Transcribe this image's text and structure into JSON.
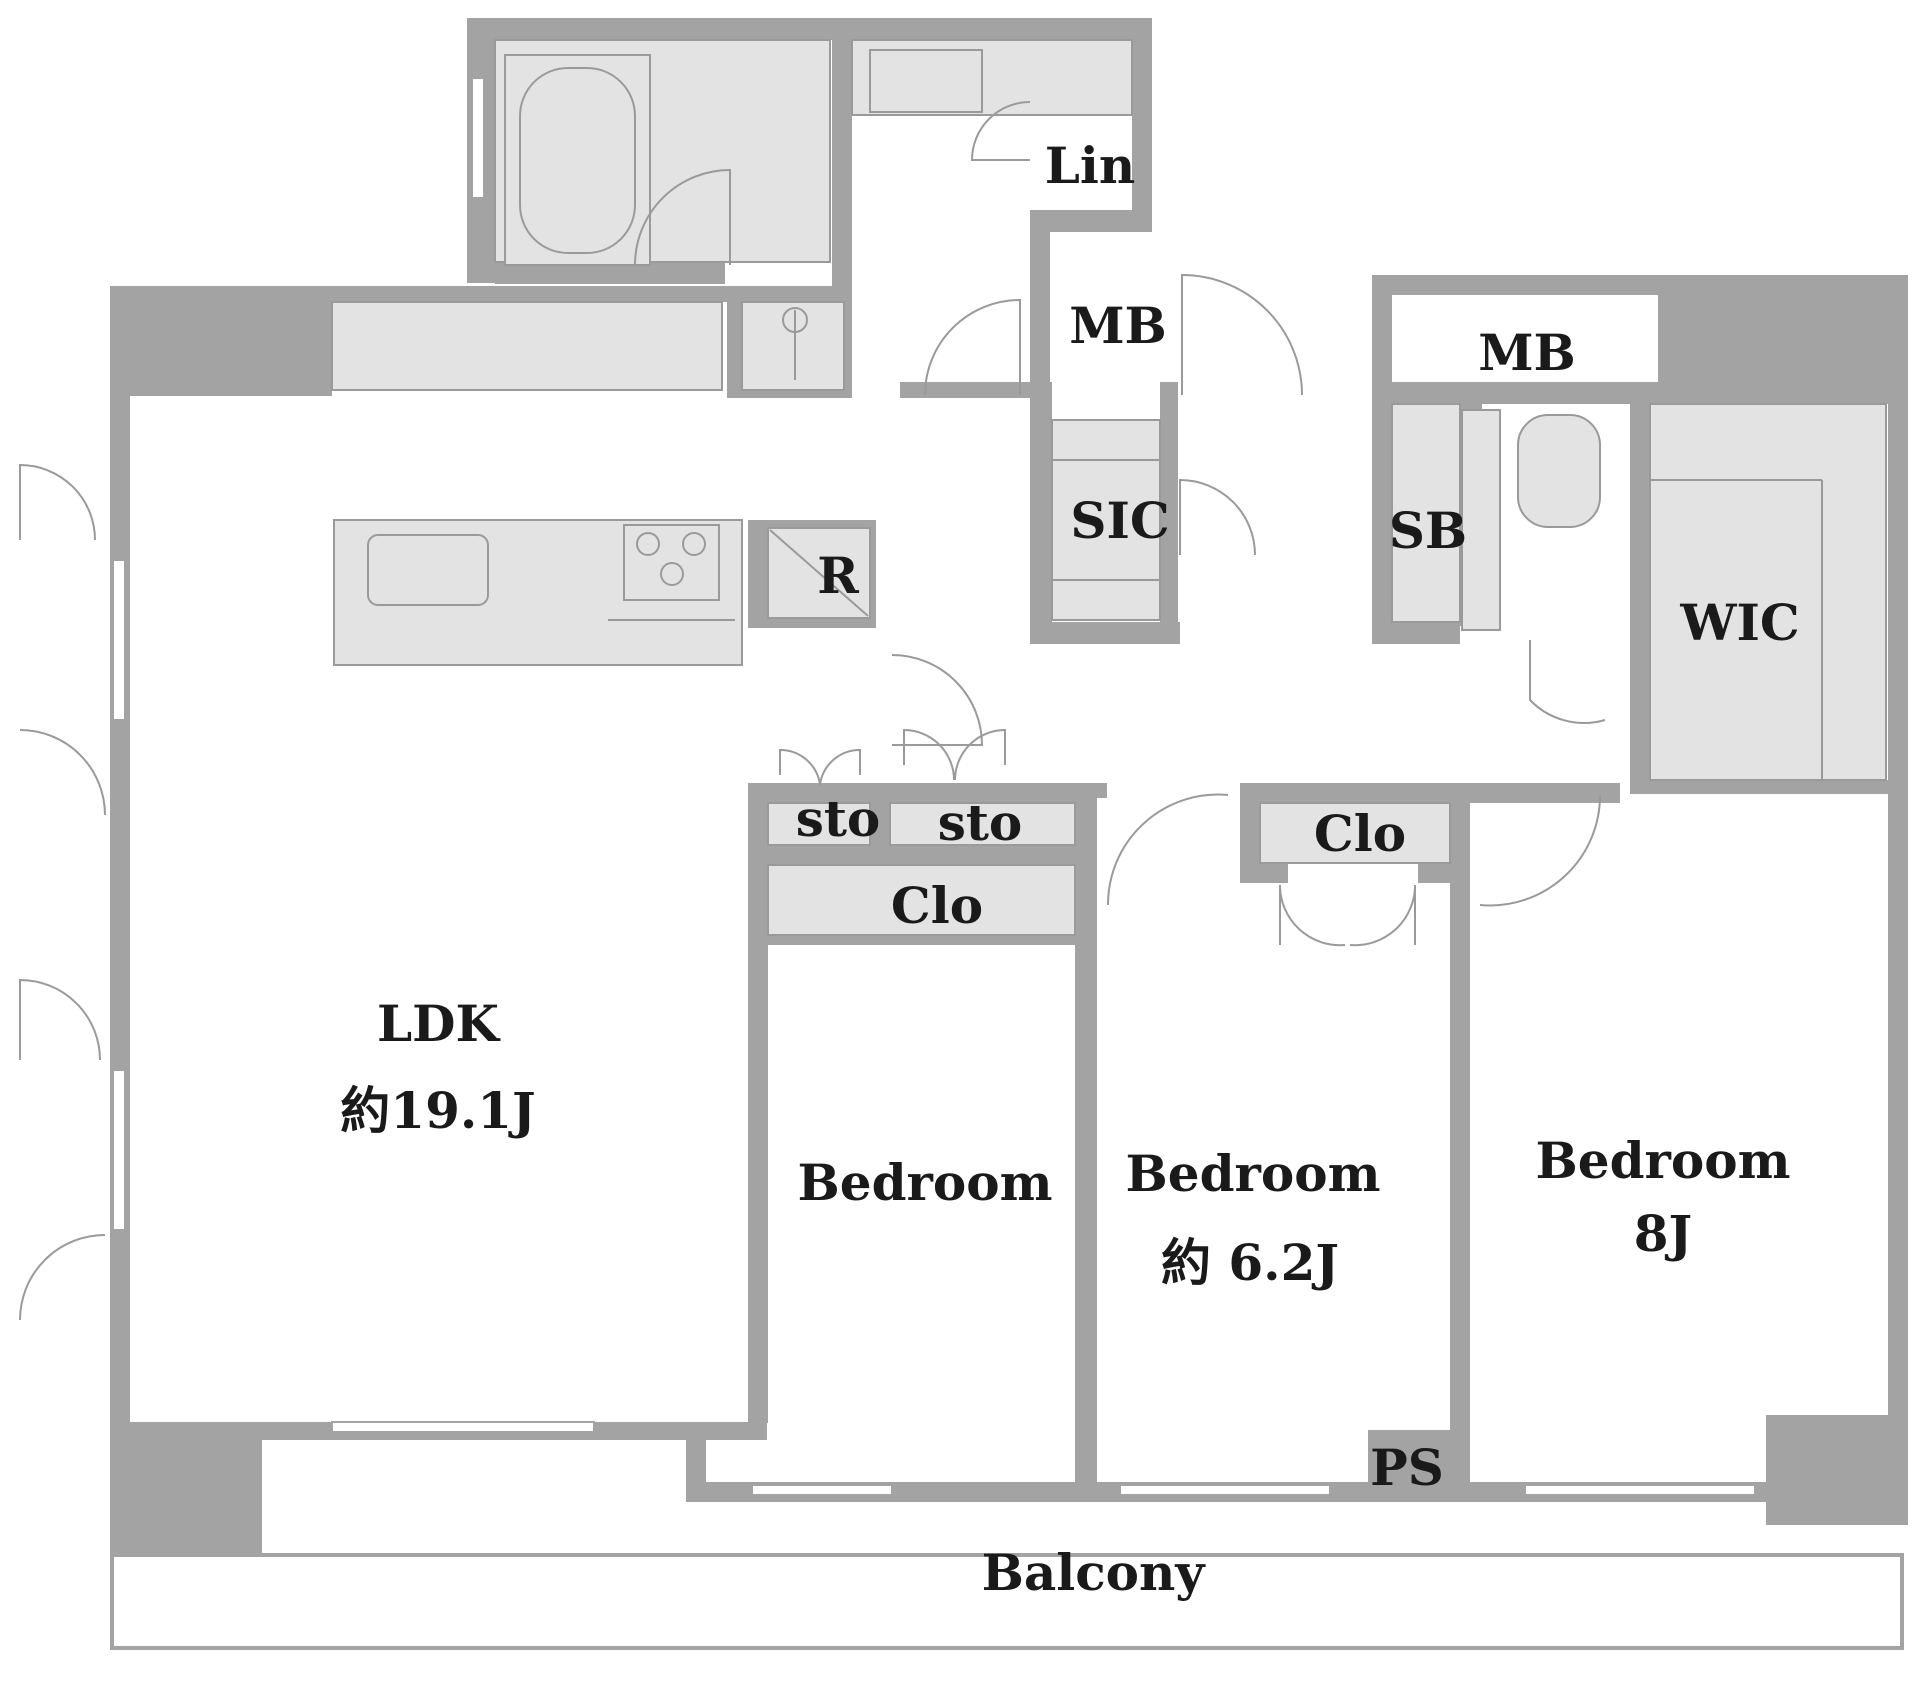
{
  "rooms": {
    "lin": "Lin",
    "mb_left": "MB",
    "mb_right": "MB",
    "sic": "SIC",
    "sb": "SB",
    "r": "R",
    "wic": "WIC",
    "sto_left": "sto",
    "sto_right": "sto",
    "clo_center": "Clo",
    "clo_left": "Clo",
    "ldk": "LDK",
    "ldk_size": "約19.1J",
    "bedroom_left": "Bedroom",
    "bedroom_center": "Bedroom",
    "bedroom_center_size": "約 6.2J",
    "bedroom_right": "Bedroom",
    "bedroom_right_size": "8J",
    "ps": "PS",
    "balcony": "Balcony"
  }
}
